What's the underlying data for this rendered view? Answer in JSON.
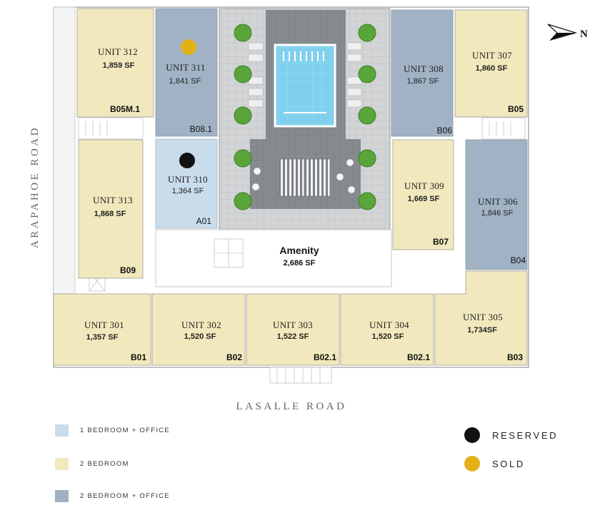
{
  "colors": {
    "one_bed_office": "#c9dcec",
    "two_bed": "#f1e9bd",
    "two_bed_office": "#a0b2c4",
    "reserved": "#111111",
    "sold": "#e2b118"
  },
  "compass": {
    "label": "N"
  },
  "roads": {
    "west": "ARAPAHOE ROAD",
    "south": "LASALLE ROAD"
  },
  "amenity": {
    "title": "Amenity",
    "area": "2,686 SF"
  },
  "units": [
    {
      "name": "UNIT 312",
      "area": "1,859 SF",
      "code": "B05M.1",
      "type": "two_bed"
    },
    {
      "name": "UNIT 311",
      "area": "1,841 SF",
      "code": "B08.1",
      "type": "two_bed_office",
      "status": "sold"
    },
    {
      "name": "UNIT 310",
      "area": "1,364 SF",
      "code": "A01",
      "type": "one_bed_office",
      "status": "reserved"
    },
    {
      "name": "UNIT 313",
      "area": "1,868 SF",
      "code": "B09",
      "type": "two_bed"
    },
    {
      "name": "UNIT 308",
      "area": "1,867 SF",
      "code": "B06",
      "type": "two_bed_office"
    },
    {
      "name": "UNIT 307",
      "area": "1,860 SF",
      "code": "B05",
      "type": "two_bed"
    },
    {
      "name": "UNIT 309",
      "area": "1,669 SF",
      "code": "B07",
      "type": "two_bed"
    },
    {
      "name": "UNIT 306",
      "area": "1,846 SF",
      "code": "B04",
      "type": "two_bed_office"
    },
    {
      "name": "UNIT 301",
      "area": "1,357 SF",
      "code": "B01",
      "type": "two_bed"
    },
    {
      "name": "UNIT 302",
      "area": "1,520 SF",
      "code": "B02",
      "type": "two_bed"
    },
    {
      "name": "UNIT 303",
      "area": "1,522 SF",
      "code": "B02.1",
      "type": "two_bed"
    },
    {
      "name": "UNIT 304",
      "area": "1,520 SF",
      "code": "B02.1",
      "type": "two_bed"
    },
    {
      "name": "UNIT 305",
      "area": "1,734SF",
      "code": "B03",
      "type": "two_bed"
    }
  ],
  "legend": [
    {
      "label": "1 BEDROOM + OFFICE",
      "color": "#c9dcec"
    },
    {
      "label": "2 BEDROOM",
      "color": "#f1e9bd"
    },
    {
      "label": "2 BEDROOM + OFFICE",
      "color": "#a0b2c4"
    }
  ],
  "status_legend": [
    {
      "label": "RESERVED",
      "color": "#111111"
    },
    {
      "label": "SOLD",
      "color": "#e2b118"
    }
  ]
}
